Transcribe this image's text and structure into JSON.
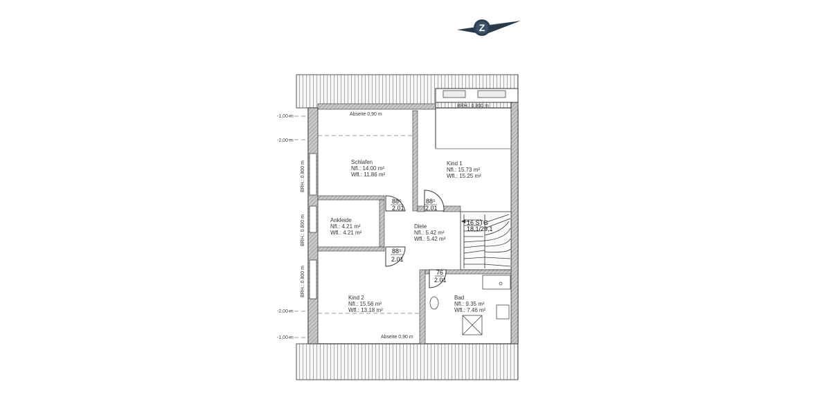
{
  "compass": {
    "letter": "Z"
  },
  "levels": [
    "-1,00 m",
    "-2,00 m",
    "-2,00 m",
    "-1,00 m"
  ],
  "brh_side": [
    "BRH.: 0.800 m",
    "BRH.: 0.800 m",
    "BRH.: 0.800 m"
  ],
  "brh_top": "BRH.: 0.800 m",
  "abseite_top": "Abseite 0,90 m",
  "abseite_bottom": "Abseite 0,90 m",
  "rooms": {
    "schlafen": {
      "name": "Schlafen",
      "nfl": "Nfl.:  14.00 m²",
      "wfl": "Wfl.:  11.86 m²"
    },
    "kind1": {
      "name": "Kind 1",
      "nfl": "Nfl.:  15.73 m²",
      "wfl": "Wfl.:  15.25 m²"
    },
    "ankleide": {
      "name": "Ankleide",
      "nfl": "Nfl.:  4.21 m²",
      "wfl": "Wfl.:  4.21 m²"
    },
    "diele": {
      "name": "Diele",
      "nfl": "Nfl.:  5.42 m²",
      "wfl": "Wfl.:  5.42 m²"
    },
    "kind2": {
      "name": "Kind 2",
      "nfl": "Nfl.:  15.56 m²",
      "wfl": "Wfl.:  13.18 m²"
    },
    "bad": {
      "name": "Bad",
      "nfl": "Nfl.:  9.35 m²",
      "wfl": "Wfl.:  7.46 m²"
    }
  },
  "doors": [
    {
      "width": "88⁵",
      "height": "2.01"
    },
    {
      "width": "88⁵",
      "height": "2.01"
    },
    {
      "width": "88⁵",
      "height": "2.01"
    },
    {
      "width": "76",
      "height": "2.01"
    }
  ],
  "stairs": {
    "count": "16 STG",
    "ratio": "18,1/29,1"
  }
}
